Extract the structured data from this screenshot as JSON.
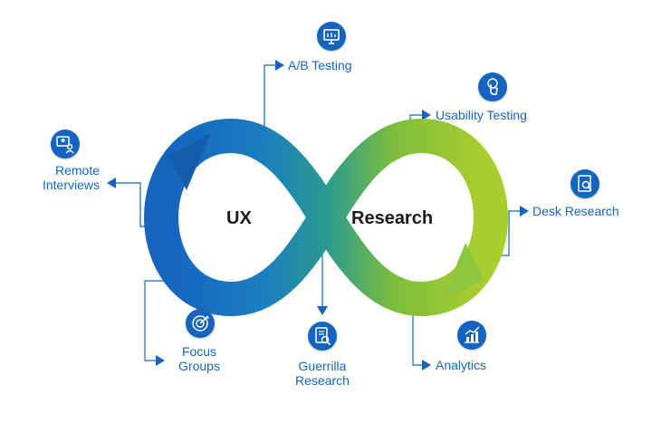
{
  "loop": {
    "left_label": "UX",
    "right_label": "Research",
    "gradient_colors": [
      "#1565c0",
      "#1a7fc0",
      "#2a9a90",
      "#7cbd3b",
      "#a8cd2e"
    ]
  },
  "accent_color": "#1565c0",
  "methods": [
    {
      "id": "ab",
      "lines": [
        "A/B Testing"
      ],
      "icon": "monitor-icon"
    },
    {
      "id": "usability",
      "lines": [
        "Usability Testing"
      ],
      "icon": "touch-hand-icon"
    },
    {
      "id": "remote",
      "lines": [
        "Remote",
        "Interviews"
      ],
      "icon": "video-call-icon"
    },
    {
      "id": "desk",
      "lines": [
        "Desk Research"
      ],
      "icon": "search-document-icon"
    },
    {
      "id": "focus",
      "lines": [
        "Focus",
        "Groups"
      ],
      "icon": "target-chart-icon"
    },
    {
      "id": "guerrilla",
      "lines": [
        "Guerrilla",
        "Research"
      ],
      "icon": "magnifier-document-icon"
    },
    {
      "id": "analytics",
      "lines": [
        "Analytics"
      ],
      "icon": "analytics-chart-icon"
    }
  ]
}
